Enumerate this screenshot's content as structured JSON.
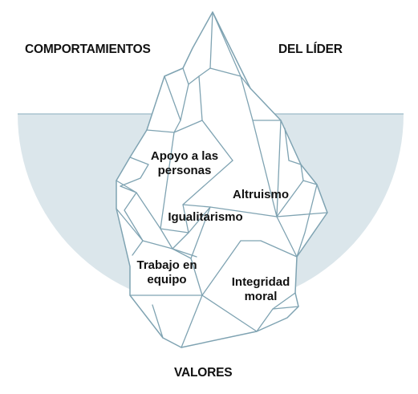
{
  "header": {
    "left_label": "COMPORTAMIENTOS",
    "right_label": "DEL LÍDER"
  },
  "base_label": "VALORES",
  "values": [
    {
      "lines": [
        "Apoyo a las",
        "personas"
      ]
    },
    {
      "lines": [
        "Altruismo"
      ]
    },
    {
      "lines": [
        "Igualitarismo"
      ]
    },
    {
      "lines": [
        "Trabajo en",
        "equipo"
      ]
    },
    {
      "lines": [
        "Integridad",
        "moral"
      ]
    }
  ],
  "colors": {
    "water": "#dbe6eb",
    "waterline": "#a9c3cf",
    "iceberg_stroke": "#7fa3b2",
    "iceberg_fill": "#ffffff",
    "text": "#111111"
  }
}
